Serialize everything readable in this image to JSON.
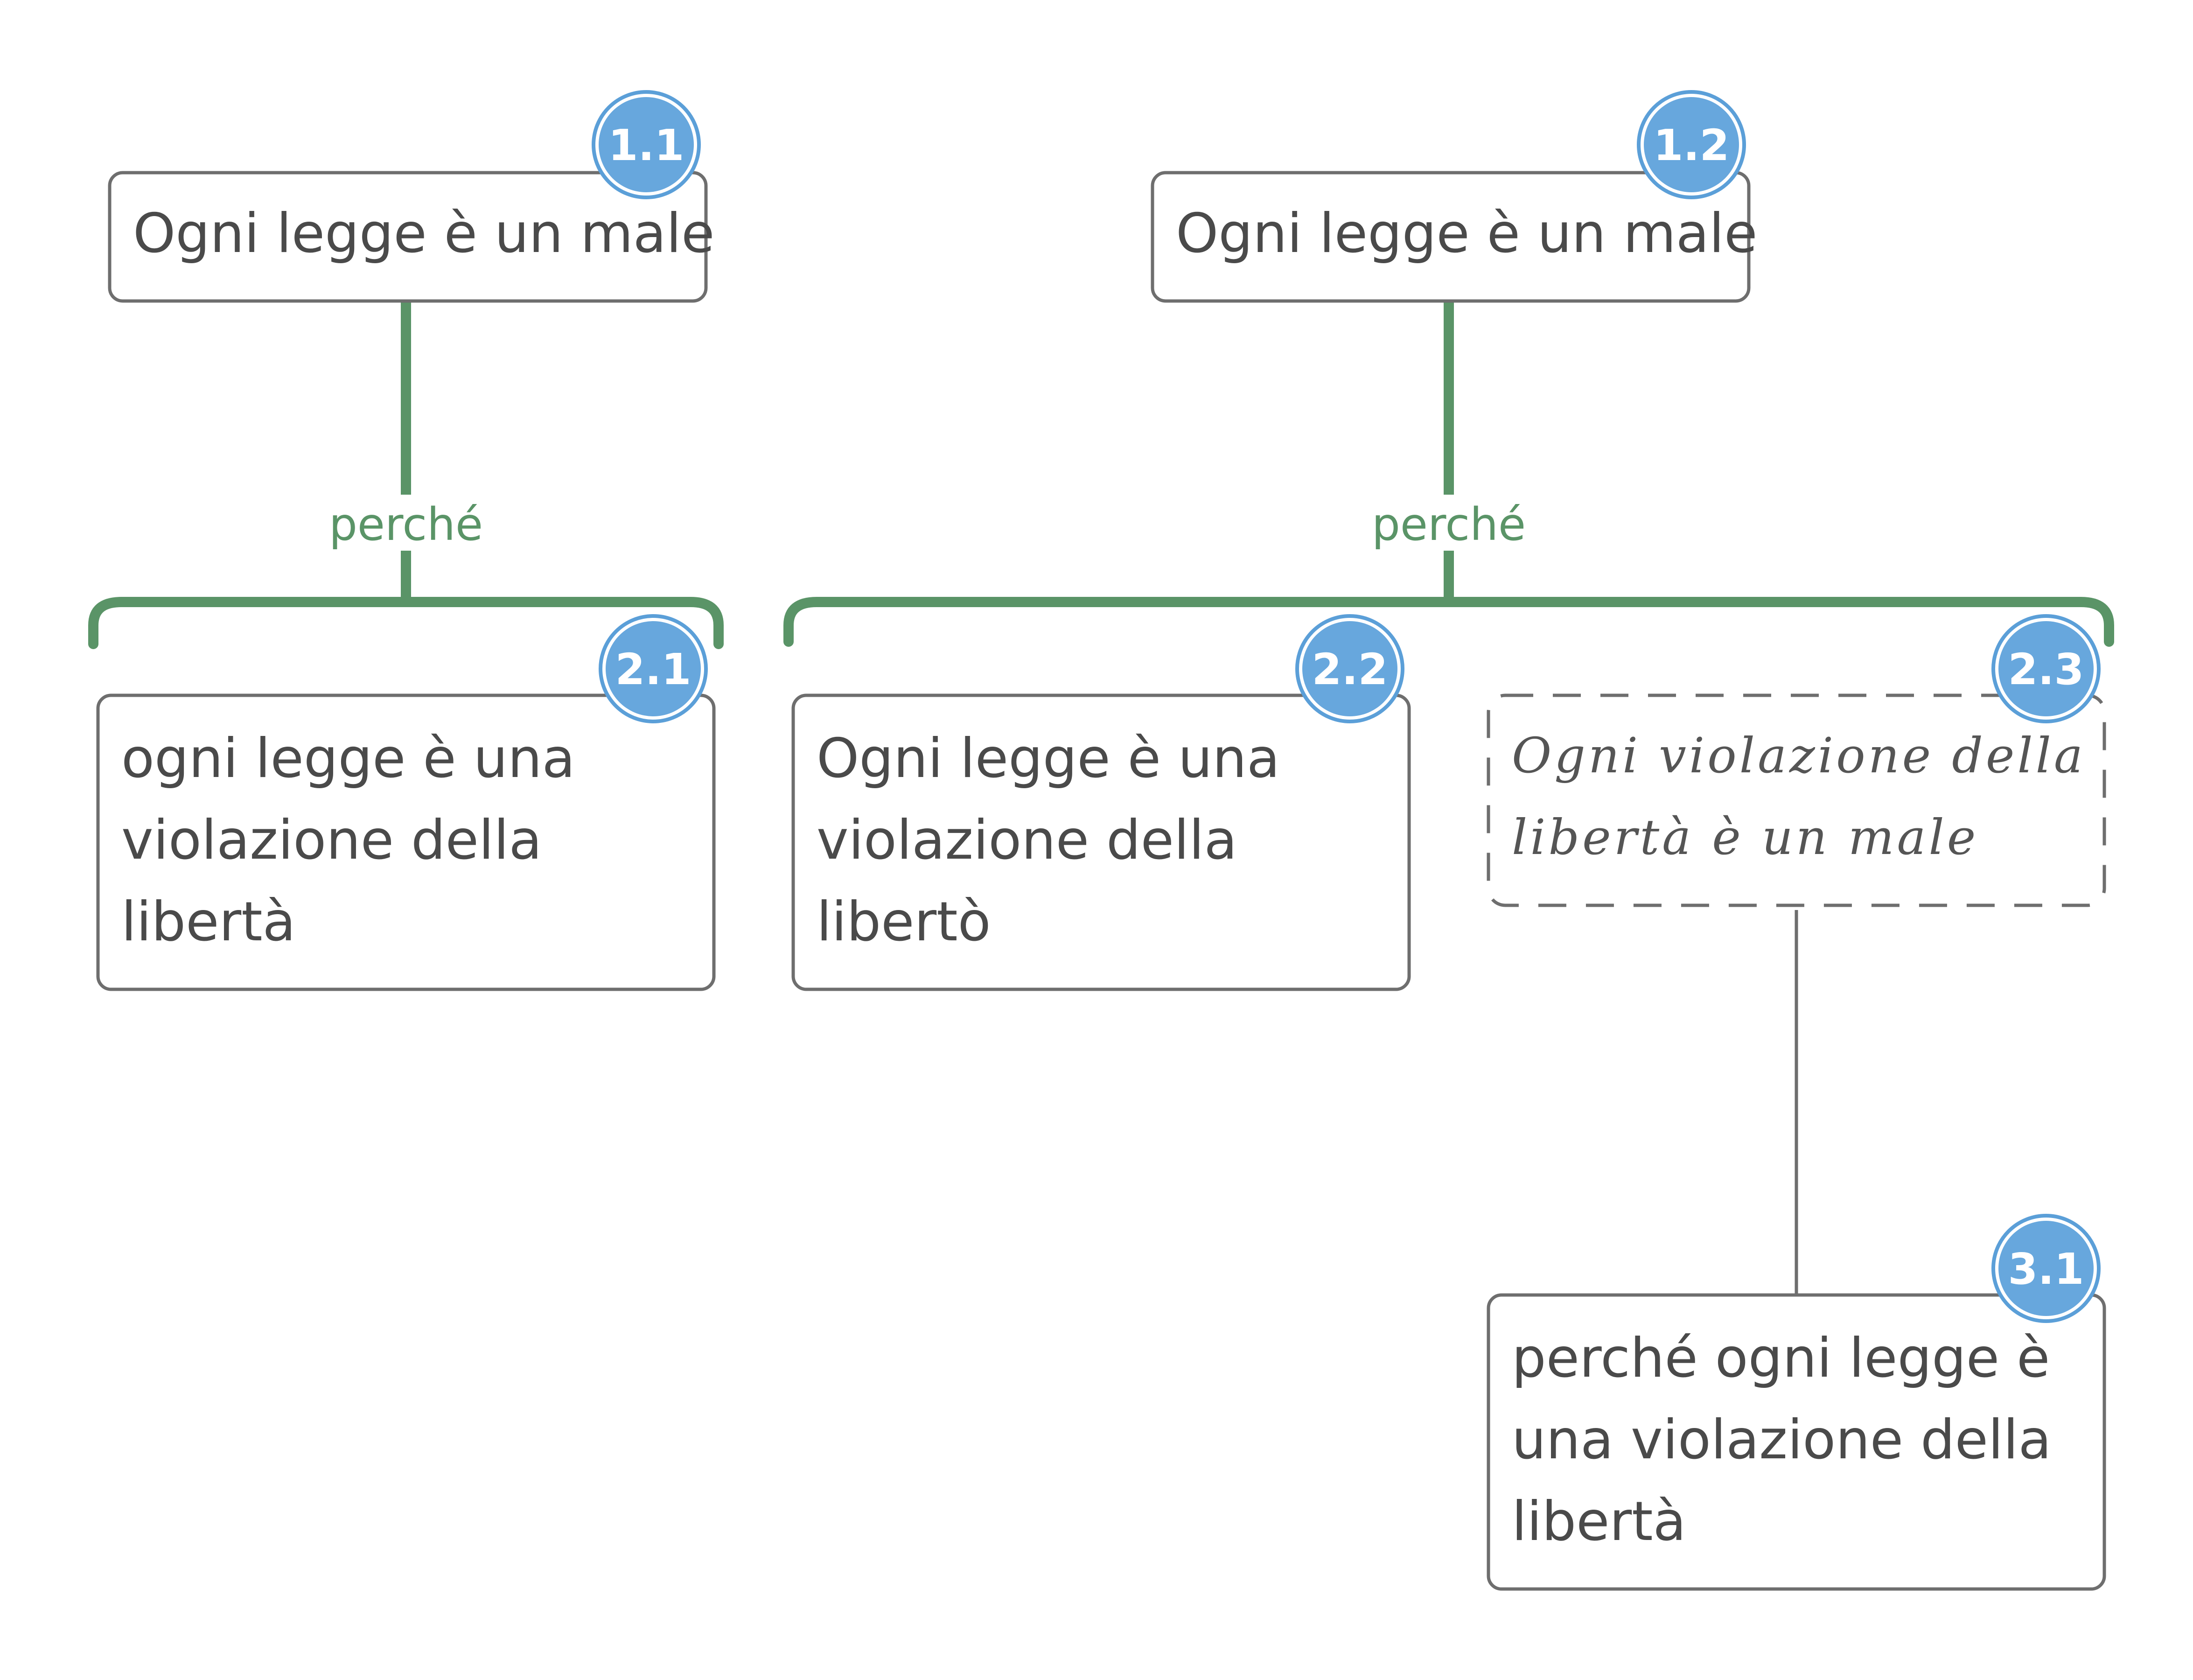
{
  "colors": {
    "connector": "#5a9467",
    "node_border": "#6e6e6e",
    "badge_fill": "#67a7dd",
    "badge_ring": "#5b9fd8",
    "text": "#4a4a4a"
  },
  "nodes": {
    "n11": {
      "badge": "1.1",
      "lines": [
        "Ogni legge è un male"
      ]
    },
    "n12": {
      "badge": "1.2",
      "lines": [
        "Ogni legge è un male"
      ]
    },
    "n21": {
      "badge": "2.1",
      "lines": [
        "ogni legge è una",
        "violazione della",
        "libertà"
      ]
    },
    "n22": {
      "badge": "2.2",
      "lines": [
        "Ogni legge è una",
        "violazione della",
        "libertò"
      ]
    },
    "n23": {
      "badge": "2.3",
      "lines": [
        "Ogni violazione della",
        "libertà è un male"
      ]
    },
    "n31": {
      "badge": "3.1",
      "lines": [
        "perché ogni legge è",
        "una violazione della",
        "libertà"
      ]
    }
  },
  "connectors": {
    "c1": {
      "label": "perché"
    },
    "c2": {
      "label": "perché"
    }
  }
}
